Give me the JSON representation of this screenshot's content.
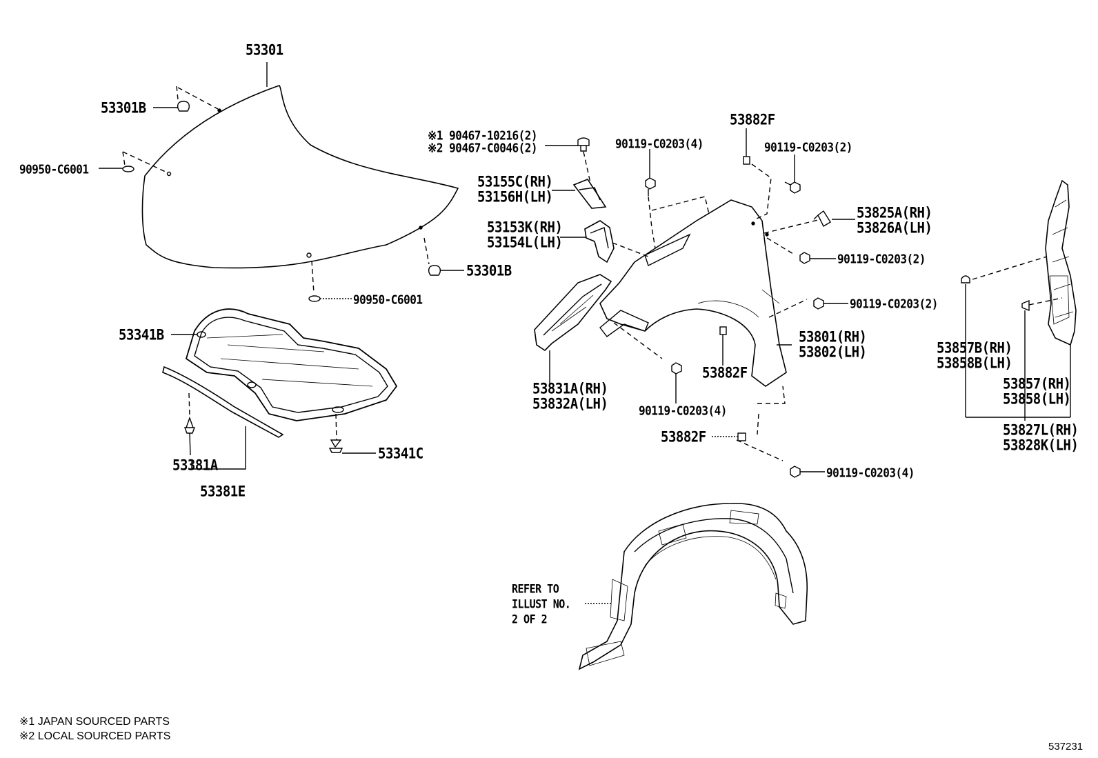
{
  "labels": {
    "hood": "53301",
    "hood_cushion_top": "53301B",
    "hood_cushion_bottom": "53301B",
    "hood_clip_left": "90950-C6001",
    "hood_clip_bottom": "90950-C6001",
    "clip_1": "※1 90467-10216(2)",
    "clip_2": "※2 90467-C0046(2)",
    "bracket_a_rh": "53155C(RH)",
    "bracket_a_lh": "53156H(LH)",
    "bracket_b_rh": "53153K(RH)",
    "bracket_b_lh": "53154L(LH)",
    "bolt_top": "90119-C0203(4)",
    "fender_nut_top": "53882F",
    "bolt_top_right": "90119-C0203(2)",
    "stay_rh": "53825A(RH)",
    "stay_lh": "53826A(LH)",
    "bolt_mid": "90119-C0203(2)",
    "bolt_mid2": "90119-C0203(2)",
    "fender_rh": "53801(RH)",
    "fender_lh": "53802(LH)",
    "fender_nut_mid": "53882F",
    "bolt_lower": "90119-C0203(4)",
    "fender_nut_bottom": "53882F",
    "bolt_bottom": "90119-C0203(4)",
    "insulator": "53341B",
    "insulator_clip": "53341C",
    "seal_clip": "53381A",
    "seal": "53381E",
    "side_bracket_rh": "53831A(RH)",
    "side_bracket_lh": "53832A(LH)",
    "cover_rh": "53857B(RH)",
    "cover_lh": "53858B(LH)",
    "cover_clip_rh": "53857(RH)",
    "cover_clip_lh": "53858(LH)",
    "seal_right_rh": "53827L(RH)",
    "seal_right_lh": "53828K(LH)",
    "refer_1": "REFER TO",
    "refer_2": "ILLUST NO.",
    "refer_3": "2 OF 2"
  },
  "notes": {
    "note_1": "※1 JAPAN SOURCED PARTS",
    "note_2": "※2 LOCAL SOURCED PARTS"
  },
  "figure_number": "537231"
}
